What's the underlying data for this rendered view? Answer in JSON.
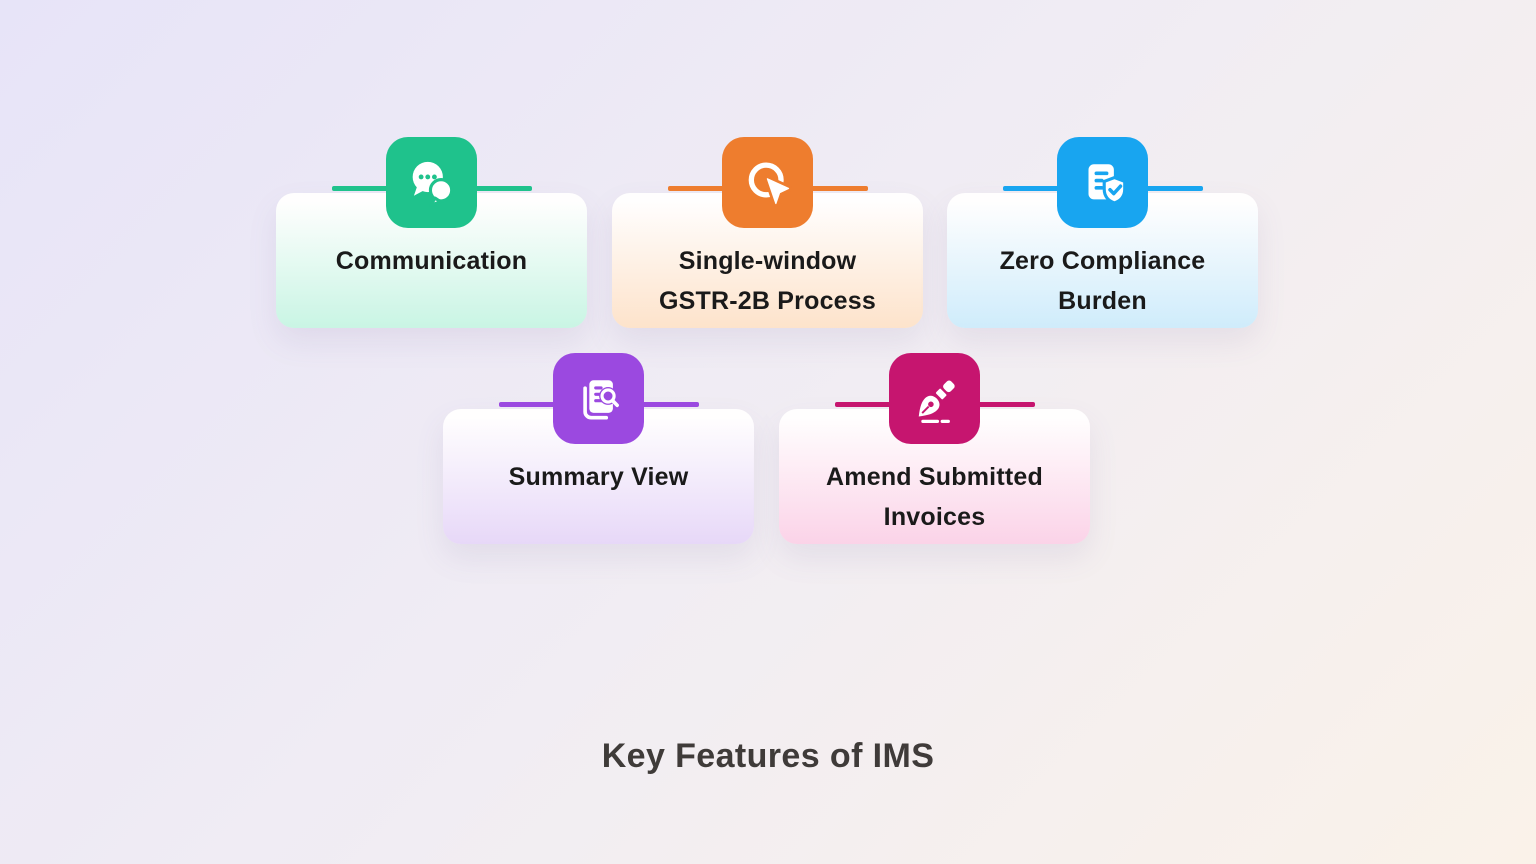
{
  "theme": {
    "background_from": "#e7e4f8",
    "background_mid": "#f1edf3",
    "background_to": "#faf2e9",
    "card_text_color": "#1a1a1a",
    "title_color": "#3f3b39"
  },
  "title": {
    "text": "Key Features of IMS"
  },
  "cards": [
    {
      "name": "communication",
      "line1": "Communication",
      "line2": "",
      "accent": "#1fc28c",
      "tint": "#c9f5e4",
      "icon": "chat-icon"
    },
    {
      "name": "single-window-gstr-2b-process",
      "line1": "Single-window",
      "line2": "GSTR-2B Process",
      "accent": "#ee7d2e",
      "tint": "#fde3cb",
      "icon": "click-cursor-icon"
    },
    {
      "name": "zero-compliance-burden",
      "line1": "Zero Compliance",
      "line2": "Burden",
      "accent": "#18a5f0",
      "tint": "#cfecfb",
      "icon": "document-shield-check-icon"
    },
    {
      "name": "summary-view",
      "line1": "Summary View",
      "line2": "",
      "accent": "#9b49e0",
      "tint": "#e7d8f8",
      "icon": "document-search-icon"
    },
    {
      "name": "amend-submitted-invoices",
      "line1": "Amend Submitted",
      "line2": "Invoices",
      "accent": "#c6156f",
      "tint": "#fbd3e8",
      "icon": "fountain-pen-icon"
    }
  ]
}
